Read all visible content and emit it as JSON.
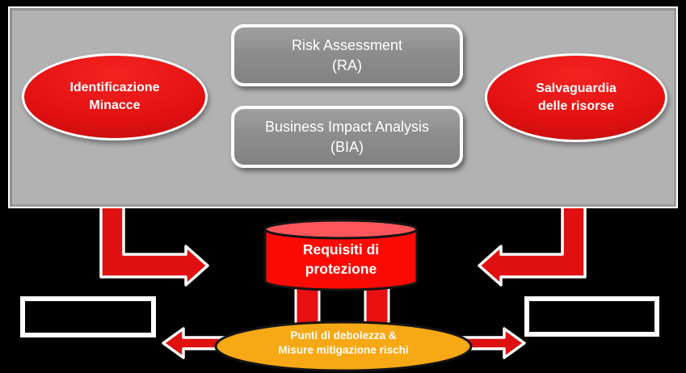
{
  "colors": {
    "background": "#000000",
    "panel_gray": "#B2B2B2",
    "node_gray": "#8C8C8C",
    "accent_red": "#E21010",
    "cylinder_red": "#FA0A05",
    "cylinder_top_red": "#FF565B",
    "orange": "#F6A815",
    "text_white": "#FFFFFF"
  },
  "panel": {
    "threats_ellipse": {
      "line1": "Identificazione",
      "line2": "Minacce"
    },
    "ra_box": {
      "line1": "Risk Assessment",
      "line2": "(RA)"
    },
    "bia_box": {
      "line1": "Business Impact Analysis",
      "line2": "(BIA)"
    },
    "safeguard_ellipse": {
      "line1": "Salvaguardia",
      "line2": "delle risorse"
    }
  },
  "cylinder": {
    "line1": "Requisiti di",
    "line2": "protezione"
  },
  "weakness_ellipse": {
    "line1": "Punti di debolezza &",
    "line2": "Misure mitigazione rischi"
  },
  "placeholder_boxes": {
    "left": "",
    "right": ""
  }
}
